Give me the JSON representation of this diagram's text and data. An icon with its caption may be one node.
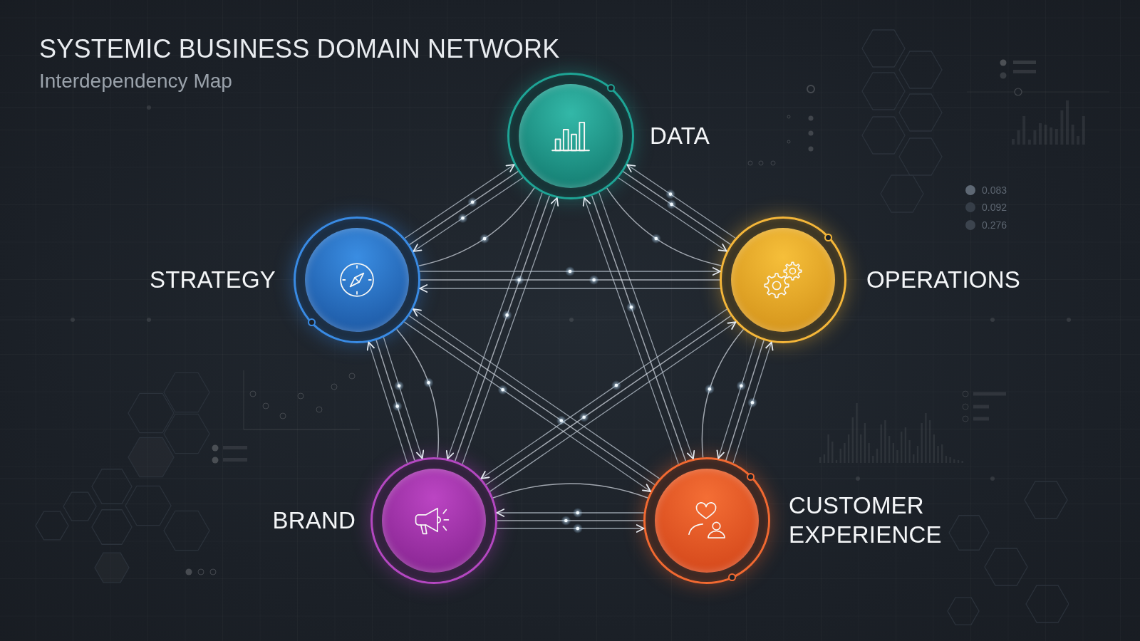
{
  "diagram": {
    "title": "SYSTEMIC BUSINESS DOMAIN NETWORK",
    "nodes": [
      {
        "text": [
          "DATA"
        ]
      },
      {
        "text": [
          "STRATEGY"
        ]
      },
      {
        "text": [
          "OPERATIONS"
        ]
      },
      {
        "text": [
          "BRAND"
        ]
      },
      {
        "text": [
          "CUSTOMER EXPERIENCE"
        ]
      }
    ],
    "edges": [
      {
        "from": 0,
        "to": 1,
        "arrow": "to"
      },
      {
        "from": 1,
        "to": 0,
        "arrow": "to"
      },
      {
        "from": 0,
        "to": 1,
        "arrow": "none"
      },
      {
        "from": 1,
        "to": 0,
        "arrow": "none"
      },
      {
        "from": 0,
        "to": 2,
        "arrow": "to"
      },
      {
        "from": 2,
        "to": 0,
        "arrow": "to"
      },
      {
        "from": 0,
        "to": 2,
        "arrow": "none"
      },
      {
        "from": 0,
        "to": 2,
        "arrow": "none"
      },
      {
        "from": 0,
        "to": 3,
        "arrow": "to"
      },
      {
        "from": 3,
        "to": 0,
        "arrow": "to"
      },
      {
        "from": 0,
        "to": 3,
        "arrow": "none"
      },
      {
        "from": 0,
        "to": 4,
        "arrow": "to"
      },
      {
        "from": 4,
        "to": 0,
        "arrow": "to"
      },
      {
        "from": 0,
        "to": 4,
        "arrow": "none"
      },
      {
        "from": 1,
        "to": 2,
        "arrow": "to"
      },
      {
        "from": 2,
        "to": 1,
        "arrow": "to"
      },
      {
        "from": 1,
        "to": 2,
        "arrow": "none"
      },
      {
        "from": 1,
        "to": 3,
        "arrow": "to"
      },
      {
        "from": 3,
        "to": 1,
        "arrow": "to"
      },
      {
        "from": 1,
        "to": 3,
        "arrow": "none"
      },
      {
        "from": 1,
        "to": 3,
        "arrow": "none"
      },
      {
        "from": 1,
        "to": 4,
        "arrow": "to"
      },
      {
        "from": 4,
        "to": 1,
        "arrow": "to"
      },
      {
        "from": 1,
        "to": 4,
        "arrow": "none"
      },
      {
        "from": 2,
        "to": 3,
        "arrow": "to"
      },
      {
        "from": 3,
        "to": 2,
        "arrow": "to"
      },
      {
        "from": 2,
        "to": 3,
        "arrow": "none"
      },
      {
        "from": 2,
        "to": 4,
        "arrow": "to"
      },
      {
        "from": 4,
        "to": 2,
        "arrow": "to"
      },
      {
        "from": 2,
        "to": 4,
        "arrow": "none"
      },
      {
        "from": 2,
        "to": 4,
        "arrow": "none"
      },
      {
        "from": 3,
        "to": 4,
        "arrow": "to"
      },
      {
        "from": 4,
        "to": 3,
        "arrow": "to"
      },
      {
        "from": 3,
        "to": 4,
        "arrow": "none"
      },
      {
        "from": 3,
        "to": 4,
        "arrow": "none"
      }
    ],
    "labels": [
      "Interdependency Map",
      "0.083",
      "0.092",
      "0.276"
    ]
  }
}
